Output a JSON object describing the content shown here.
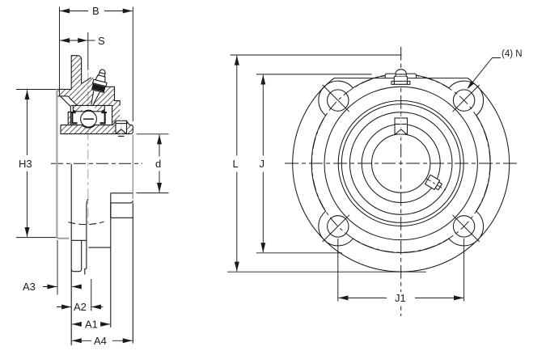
{
  "drawing": {
    "kind": "engineering-drawing",
    "subject": "4-bolt round flange cartridge bearing unit, section and front views",
    "colors": {
      "line": "#1a1a1a",
      "grey": "#a6a6a6",
      "background": "#ffffff"
    },
    "side_view": {
      "dimensions": {
        "overall_width": "B",
        "flange_to_ball_center": "S",
        "housing_height": "H3",
        "bore_diameter": "d",
        "a3": "A3",
        "a2": "A2",
        "a1": "A1",
        "a4": "A4"
      }
    },
    "front_view": {
      "dimensions": {
        "flange_outside_diameter": "L",
        "bolt_circle_diameter": "J",
        "bolt_hole_spacing": "J1",
        "bolt_holes_note": "(4) N"
      }
    }
  }
}
